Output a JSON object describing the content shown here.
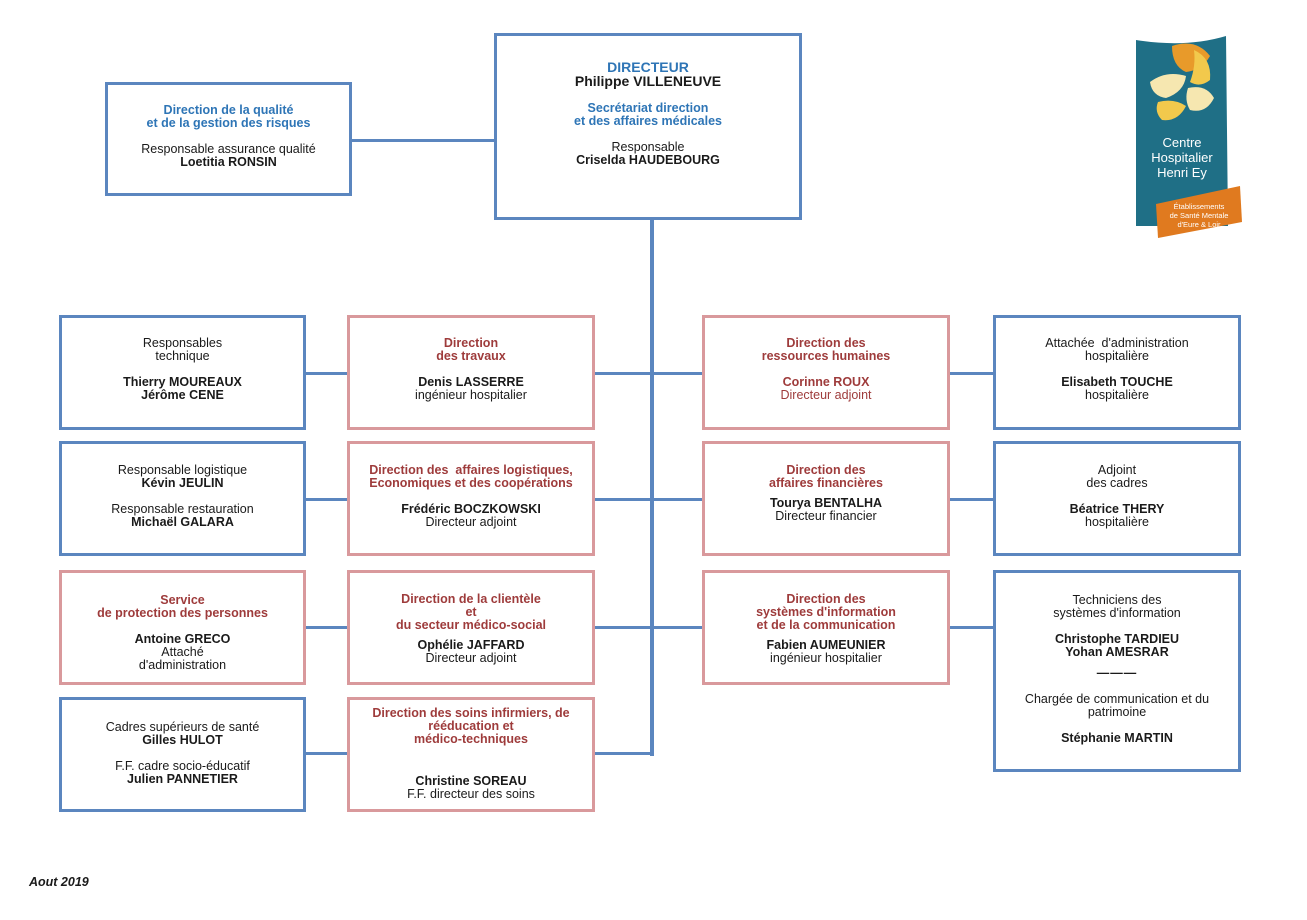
{
  "director": {
    "title": "DIRECTEUR",
    "name": "Philippe VILLENEUVE",
    "secretariat": [
      "Secrétariat direction",
      "et des affaires médicales"
    ],
    "role": "Responsable",
    "person": "Criselda HAUDEBOURG"
  },
  "quality": {
    "title": [
      "Direction de la qualité",
      "et de la gestion des risques"
    ],
    "role": "Responsable assurance qualité",
    "person": "Loetitia RONSIN"
  },
  "logo": {
    "line1": "Centre",
    "line2": "Hospitalier",
    "line3": "Henri Ey",
    "tag1": "Établissements",
    "tag2": "de Santé Mentale",
    "tag3": "d'Eure & Loir",
    "colors": {
      "teal": "#1f6f86",
      "orange": "#e07a1f",
      "yellow": "#f2c94c",
      "cream": "#f6e7b0"
    }
  },
  "left_outer": [
    {
      "l1": "Responsables",
      "l2": "technique",
      "n1": "Thierry MOUREAUX",
      "n2": "Jérôme CENE"
    },
    {
      "r1": "Responsable logistique",
      "n1": "Kévin JEULIN",
      "r2": "Responsable restauration",
      "n2": "Michaël GALARA"
    },
    {
      "title1": "Service",
      "title2": "de protection des personnes",
      "name": "Antoine GRECO",
      "r1": "Attaché",
      "r2": "d'administration"
    },
    {
      "r1": "Cadres supérieurs de santé",
      "n1": "Gilles HULOT",
      "r2": "F.F. cadre socio-éducatif",
      "n2": "Julien PANNETIER"
    }
  ],
  "left_inner": [
    {
      "title": [
        "Direction",
        "des travaux"
      ],
      "name": "Denis LASSERRE",
      "role": "ingénieur hospitalier"
    },
    {
      "title": [
        "Direction des  affaires logistiques,",
        "Economiques et des coopérations"
      ],
      "name": "Frédéric BOCZKOWSKI",
      "role": "Directeur adjoint"
    },
    {
      "title": [
        "Direction de la clientèle",
        "et",
        "du secteur médico-social"
      ],
      "name": "Ophélie JAFFARD",
      "role": "Directeur adjoint"
    },
    {
      "title": [
        "Direction des soins infirmiers, de",
        "rééducation et",
        "médico-techniques"
      ],
      "name": "Christine SOREAU",
      "role": "F.F. directeur des soins"
    }
  ],
  "right_inner": [
    {
      "title": [
        "Direction des",
        "ressources humaines"
      ],
      "name": "Corinne ROUX",
      "role": "Directeur adjoint"
    },
    {
      "title": [
        "Direction des",
        "affaires financières"
      ],
      "name": "Tourya BENTALHA",
      "role": "Directeur financier"
    },
    {
      "title": [
        "Direction des",
        "systèmes d'information",
        "et de la communication"
      ],
      "name": "Fabien AUMEUNIER",
      "role": "ingénieur hospitalier"
    }
  ],
  "right_outer": [
    {
      "r1": "Attachée  d'administration",
      "r2": "hospitalière",
      "name": "Elisabeth TOUCHE",
      "r3": "hospitalière"
    },
    {
      "r1": "Adjoint",
      "r2": "des cadres",
      "name": "Béatrice THERY",
      "r3": "hospitalière"
    },
    {
      "r1": "Techniciens des",
      "r2": "systèmes d'information",
      "n1": "Christophe TARDIEU",
      "n2": "Yohan AMESRAR",
      "sep": "———",
      "r3": "Chargée de communication et du",
      "r4": "patrimoine",
      "n3": "Stéphanie MARTIN"
    }
  ],
  "footer": "Aout 2019"
}
